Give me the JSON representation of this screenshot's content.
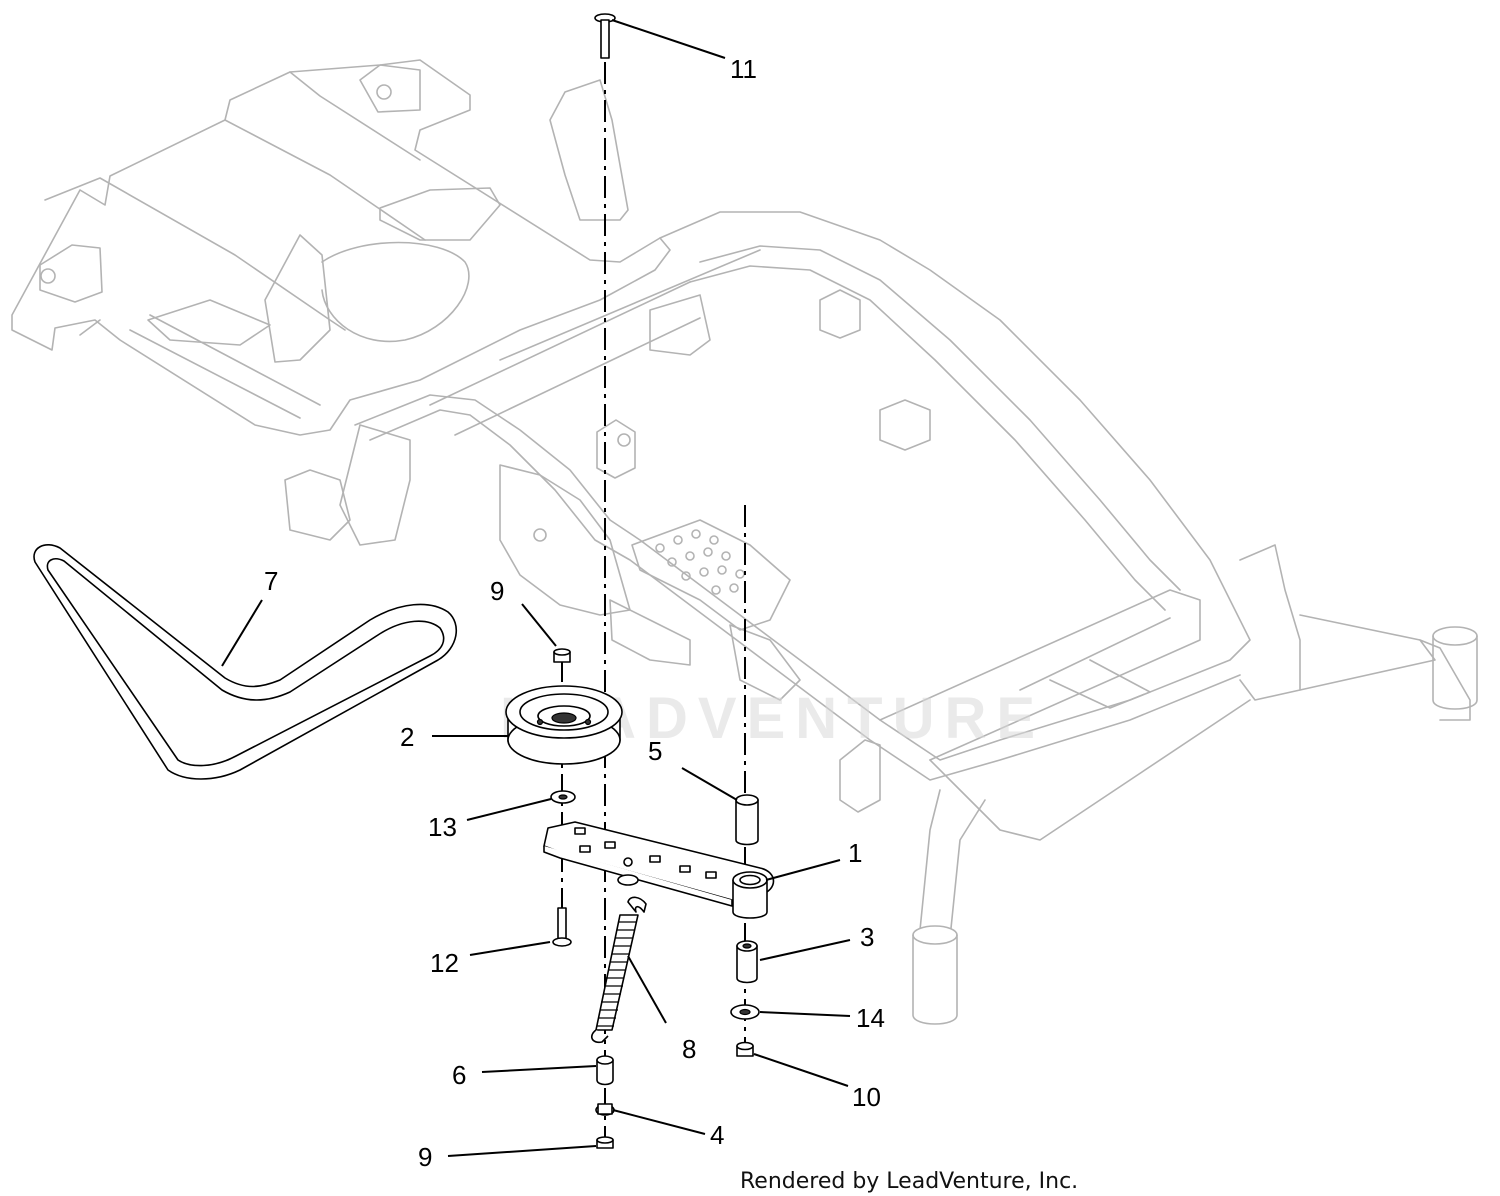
{
  "diagram": {
    "callouts": {
      "c1": "1",
      "c2": "2",
      "c3": "3",
      "c4": "4",
      "c5": "5",
      "c6": "6",
      "c7": "7",
      "c8": "8",
      "c9_top": "9",
      "c9_bottom": "9",
      "c10": "10",
      "c11": "11",
      "c12": "12",
      "c13": "13",
      "c14": "14"
    },
    "watermark": "LEADVENTURE",
    "footer": "Rendered by LeadVenture, Inc."
  }
}
